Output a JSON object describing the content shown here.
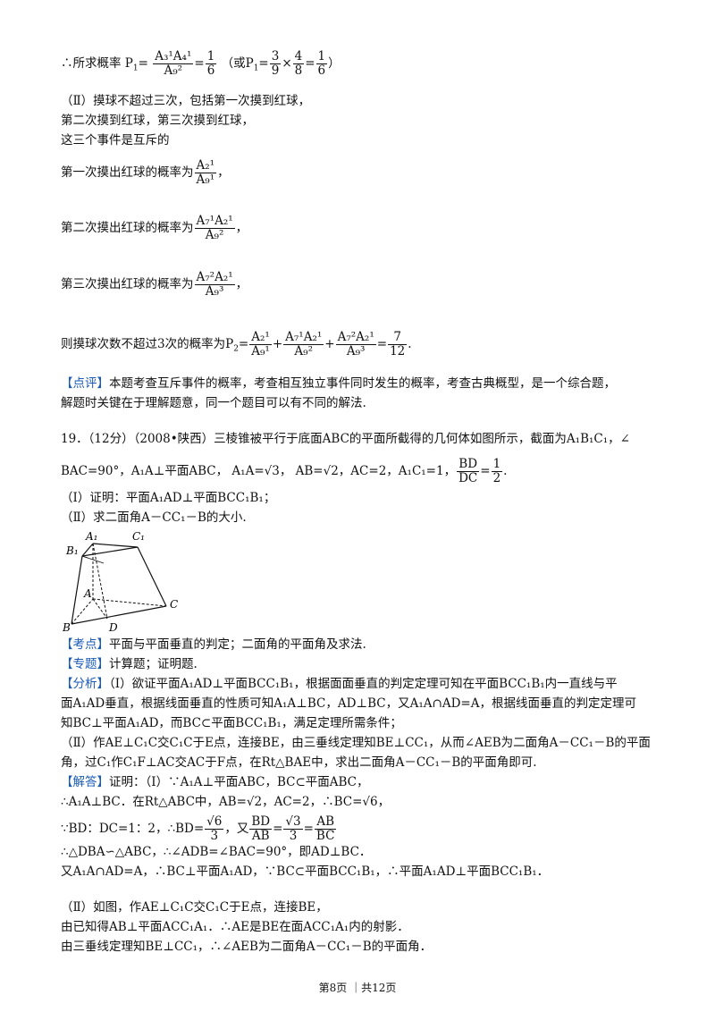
{
  "lines": {
    "l1_prefix": "∴所求概率",
    "l1_p": "P",
    "l1_sub": "1",
    "l1_eq": "=",
    "l1_num": "A₃¹A₄¹",
    "l1_den": "A₉²",
    "l1_eq2": "=",
    "l1_val_num": "1",
    "l1_val_den": "6",
    "l1_alt_open": "（或P",
    "l1_alt_sub": "1",
    "l1_alt_a_num": "3",
    "l1_alt_a_den": "9",
    "l1_times": "×",
    "l1_alt_b_num": "4",
    "l1_alt_b_den": "8",
    "l1_alt_c_num": "1",
    "l1_alt_c_den": "6",
    "l1_close": "）",
    "l2": "（Ⅱ）摸球不超过三次，包括第一次摸到红球，",
    "l3": "第二次摸到红球，第三次摸到红球，",
    "l4": "这三个事件是互斥的",
    "l5_text": "第一次摸出红球的概率为",
    "l5_num": "A₂¹",
    "l5_den": "A₉¹",
    "l5_end": "，",
    "l6_text": "第二次摸出红球的概率为",
    "l6_num": "A₇¹A₂¹",
    "l6_den": "A₉²",
    "l6_end": "，",
    "l7_text": "第三次摸出红球的概率为",
    "l7_num": "A₇²A₂¹",
    "l7_den": "A₉³",
    "l7_end": "，",
    "l8_text": "则摸球次数不超过3次的概率为",
    "l8_p": "P",
    "l8_sub": "2",
    "l8_eq": "=",
    "l8_f1_num": "A₂¹",
    "l8_f1_den": "A₉¹",
    "l8_plus1": "+",
    "l8_f2_num": "A₇¹A₂¹",
    "l8_f2_den": "A₉²",
    "l8_plus2": "+",
    "l8_f3_num": "A₇²A₂¹",
    "l8_f3_den": "A₉³",
    "l8_eq2": "=",
    "l8_val_num": "7",
    "l8_val_den": "12",
    "l8_end": ".",
    "comment_tag": "【点评】",
    "comment_1": "本题考查互斥事件的概率，考查相互独立事件同时发生的概率，考查古典概型，是一个综合题，",
    "comment_2": "解题时关键在于理解题意，同一个题目可以有不同的解法."
  },
  "q19": {
    "head": "19．（12分）（2008•陕西）三棱锥被平行于底面ABC的平面所截得的几何体如图所示，截面为A₁B₁C₁，∠",
    "cond_a": "BAC=90°，A₁A⊥平面ABC，",
    "cond_b": "A₁A=√3，",
    "cond_c": "AB=√2，AC=2，A₁C₁=1，",
    "cond_frac_num": "BD",
    "cond_frac_den": "DC",
    "cond_eq": "=",
    "cond_val_num": "1",
    "cond_val_den": "2",
    "cond_end": ".",
    "part1": "（Ⅰ）证明：平面A₁AD⊥平面BCC₁B₁；",
    "part2": "（Ⅱ）求二面角A－CC₁－B的大小."
  },
  "figure": {
    "labels": [
      "A₁",
      "C₁",
      "B₁",
      "A",
      "C",
      "B",
      "D"
    ]
  },
  "analysis": {
    "kaodian_tag": "【考点】",
    "kaodian": "平面与平面垂直的判定；二面角的平面角及求法.",
    "zhuanti_tag": "【专题】",
    "zhuanti": "计算题；证明题.",
    "fenxi_tag": "【分析】",
    "fenxi_1": "（Ⅰ）欲证平面A₁AD⊥平面BCC₁B₁，根据面面垂直的判定定理可知在平面BCC₁B₁内一直线与平",
    "fenxi_2": "面A₁AD垂直，根据线面垂直的性质可知A₁A⊥BC，AD⊥BC，又A₁A∩AD=A，根据线面垂直的判定定理可",
    "fenxi_3": "知BC⊥平面A₁AD，而BC⊂平面BCC₁B₁，满足定理所需条件；",
    "fenxi_4": "（Ⅱ）作AE⊥C₁C交C₁C于E点，连接BE，由三垂线定理知BE⊥CC₁，从而∠AEB为二面角A－CC₁－B的平面",
    "fenxi_5": "角，过C₁作C₁F⊥AC交AC于F点，在Rt△BAE中，求出二面角A－CC₁－B的平面角即可.",
    "jieda_tag": "【解答】",
    "jieda_1": "证明：（Ⅰ）∵A₁A⊥平面ABC，BC⊂平面ABC，",
    "jieda_2": "∴A₁A⊥BC．在Rt△ABC中，AB=√2，AC=2，∴BC=√6，",
    "jieda_3a": "∵BD：DC=1：2，∴",
    "jieda_3b": "BD=",
    "jieda_3_f1_num": "√6",
    "jieda_3_f1_den": "3",
    "jieda_3c": "，又",
    "jieda_3_f2_num": "BD",
    "jieda_3_f2_den": "AB",
    "jieda_3d": "=",
    "jieda_3_f3_num": "√3",
    "jieda_3_f3_den": "3",
    "jieda_3e": "=",
    "jieda_3_f4_num": "AB",
    "jieda_3_f4_den": "BC",
    "jieda_4": "∴△DBA∽△ABC，∴∠ADB=∠BAC=90°，即AD⊥BC．",
    "jieda_5": "又A₁A∩AD=A，∴BC⊥平面A₁AD，∵BC⊂平面BCC₁B₁，∴平面A₁AD⊥平面BCC₁B₁．",
    "jieda_6": "（Ⅱ）如图，作AE⊥C₁C交C₁C于E点，连接BE，",
    "jieda_7": "由已知得AB⊥平面ACC₁A₁．∴AE是BE在面ACC₁A₁内的射影．",
    "jieda_8": "由三垂线定理知BE⊥CC₁，∴∠AEB为二面角A－CC₁－B的平面角．"
  },
  "footer": {
    "text": "第8页 ｜共12页"
  }
}
